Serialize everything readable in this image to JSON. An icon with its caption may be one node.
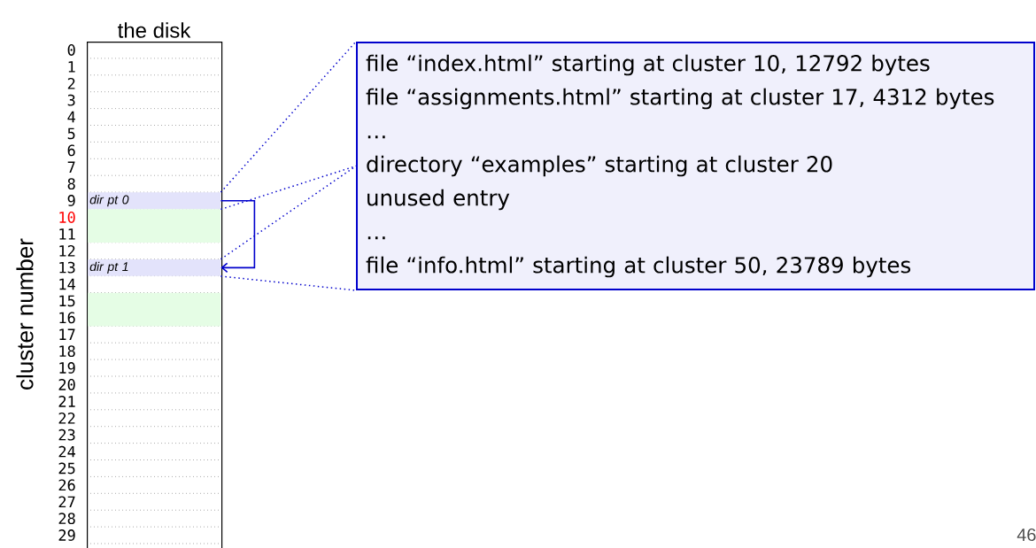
{
  "diagram": {
    "nodes": [
      {
        "text": [
          "the disk"
        ]
      },
      {
        "text": [
          "dir pt 0"
        ],
        "in": 0
      },
      {
        "text": [],
        "shape": "box",
        "in": 0
      },
      {
        "text": [
          "dir pt 1"
        ],
        "in": 0
      },
      {
        "text": [],
        "shape": "box",
        "in": 0
      },
      {
        "text": [
          "file “index.html” starting at cluster 10, 12792 bytes",
          "file “assignments.html” starting at cluster 17, 4312 bytes",
          "…",
          "directory “examples” starting at cluster 20",
          "unused entry",
          "…",
          "file “info.html” starting at cluster 50, 23789 bytes"
        ]
      }
    ],
    "edges": [
      {
        "from": 1,
        "to": 3,
        "arrow": "to"
      },
      {
        "from": 1,
        "to": 5,
        "arrow": "none",
        "style": "dashed"
      },
      {
        "from": 1,
        "to": 5,
        "arrow": "none",
        "style": "dashed"
      },
      {
        "from": 3,
        "to": 5,
        "arrow": "none",
        "style": "dashed"
      },
      {
        "from": 3,
        "to": 5,
        "arrow": "none",
        "style": "dashed"
      }
    ],
    "labels": [
      "0",
      "1",
      "2",
      "3",
      "4",
      "5",
      "6",
      "7",
      "8",
      "9",
      "10",
      "11",
      "12",
      "13",
      "14",
      "15",
      "16",
      "17",
      "18",
      "19",
      "20",
      "21",
      "22",
      "23",
      "24",
      "25",
      "26",
      "27",
      "28",
      "29",
      "cluster number",
      "46"
    ]
  }
}
